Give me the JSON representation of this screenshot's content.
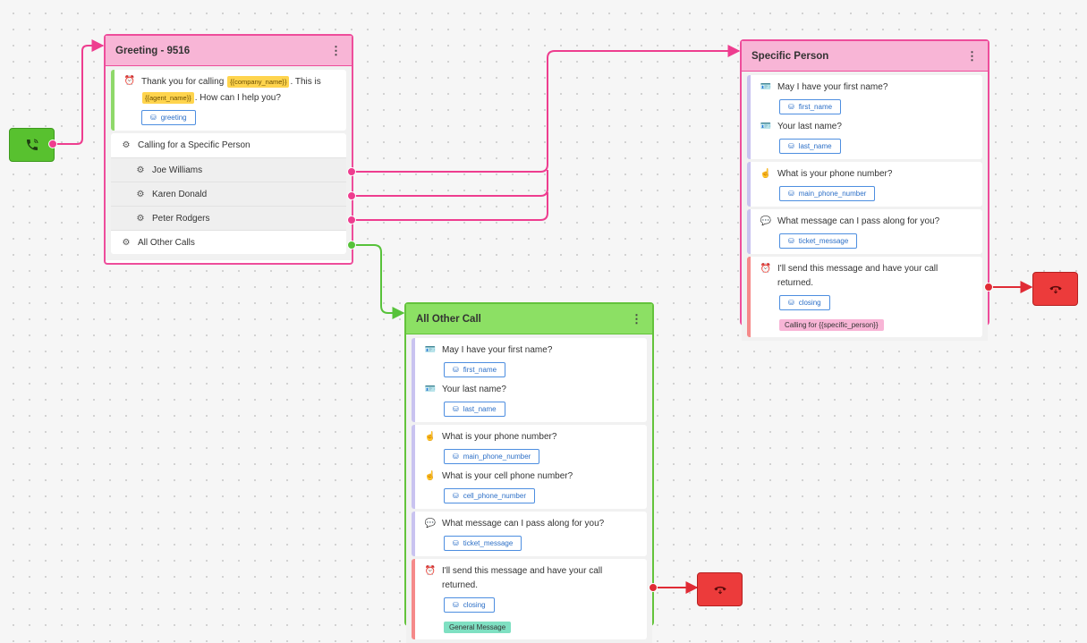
{
  "greeting_node": {
    "title": "Greeting - 9516",
    "greeting_text": {
      "part1": "Thank you for calling ",
      "var1": "{{company_name}}",
      "part2": ". This is ",
      "var2": "{{agent_name}}",
      "part3": ". How can I help you?"
    },
    "greeting_field": "greeting",
    "section_title": "Calling for a Specific Person",
    "people": [
      "Joe Williams",
      "Karen Donald",
      "Peter Rodgers"
    ],
    "other": "All Other Calls"
  },
  "specific_node": {
    "title": "Specific Person",
    "q_first": "May I have your first name?",
    "f_first": "first_name",
    "q_last": "Your last name?",
    "f_last": "last_name",
    "q_phone": "What is your phone number?",
    "f_phone": "main_phone_number",
    "q_msg": "What message can I pass along for you?",
    "f_msg": "ticket_message",
    "q_close": "I'll send this message and have your call returned.",
    "f_close": "closing",
    "tag": "Calling for {{specific_person}}"
  },
  "other_node": {
    "title": "All Other Call",
    "q_first": "May I have your first name?",
    "f_first": "first_name",
    "q_last": "Your last name?",
    "f_last": "last_name",
    "q_phone": "What is your phone number?",
    "f_phone": "main_phone_number",
    "q_cell": "What is your cell phone number?",
    "f_cell": "cell_phone_number",
    "q_msg": "What message can I pass along for you?",
    "f_msg": "ticket_message",
    "q_close": "I'll send this message and have your call returned.",
    "f_close": "closing",
    "tag": "General Message"
  },
  "colors": {
    "pink_wire": "#ee3d8f",
    "green_wire": "#57c23a",
    "red_wire": "#e02b35"
  }
}
